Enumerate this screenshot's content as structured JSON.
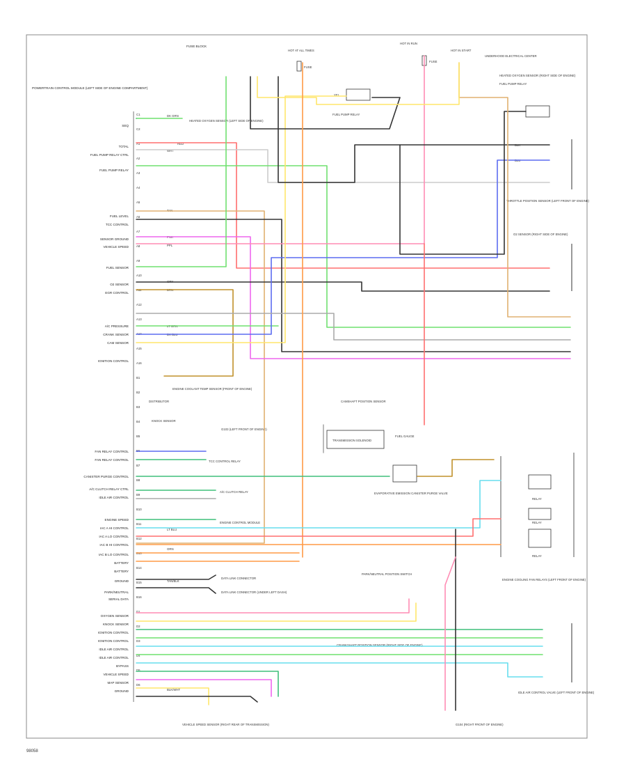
{
  "page_code": "98058",
  "colors": {
    "border": "#555555",
    "black": "#333333",
    "red": "#ff6e6e",
    "pink": "#ff8cb4",
    "lt_green": "#6fe06f",
    "dk_green": "#3fbf7a",
    "yellow": "#ffe66a",
    "tan": "#e0b070",
    "brown": "#c0902a",
    "orange": "#ff9a45",
    "gray": "#aaaaaa",
    "blue": "#5c6cf0",
    "lt_blue": "#66ddee",
    "purple": "#ee66ee",
    "white": "#cccccc"
  },
  "module_labels": [
    "SEQ",
    "TOTAL",
    "FUEL PUMP RELAY CTRL",
    "FUEL PUMP RELAY",
    "FUEL LEVEL",
    "TCC CONTROL",
    "SENSOR GROUND",
    "VEHICLE SPEED",
    "FUEL SENSOR",
    "O2 SENSOR",
    "EGR CONTROL",
    "A/C PRESSURE",
    "CRANK SENSOR",
    "CAM SENSOR",
    "IGNITION CONTROL",
    "FAN RELAY CONTROL",
    "FAN RELAY CONTROL",
    "CANISTER PURGE CONTROL",
    "A/C CLUTCH RELAY CTRL",
    "IDLE AIR CONTROL",
    "ENGINE SPEED",
    "IAC A HI CONTROL",
    "IAC A LO CONTROL",
    "IAC B HI CONTROL",
    "IAC B LO CONTROL",
    "BATTERY",
    "BATTERY",
    "GROUND",
    "PARK/NEUTRAL",
    "SERIAL DATA",
    "OXYGEN SENSOR",
    "KNOCK SENSOR",
    "IGNITION CONTROL",
    "IGNITION CONTROL",
    "IDLE AIR CONTROL",
    "IDLE AIR CONTROL",
    "BYPASS",
    "VEHICLE SPEED",
    "MAP SENSOR",
    "GROUND"
  ],
  "labels": {
    "pcm": "POWERTRAIN CONTROL MODULE (LEFT SIDE OF ENGINE COMPARTMENT)",
    "fuse_block": "FUSE BLOCK",
    "hot_run": "HOT IN RUN",
    "hot_start": "HOT IN START",
    "hot_all": "HOT AT ALL TIMES",
    "underhood": "UNDERHOOD ELECTRICAL CENTER",
    "fuel_pump_relay": "FUEL PUMP RELAY",
    "fuel_pump_relay_2": "FUEL PUMP RELAY",
    "heated_o2_left": "HEATED OXYGEN SENSOR (LEFT SIDE OF ENGINE)",
    "heated_o2_right": "HEATED OXYGEN SENSOR (RIGHT SIDE OF ENGINE)",
    "throttle_pos": "THROTTLE POSITION SENSOR (LEFT FRONT OF ENGINE)",
    "o2_sensor": "O2 SENSOR (RIGHT SIDE OF ENGINE)",
    "knock_sensor": "KNOCK SENSOR",
    "trans_solenoid": "TRANSMISSION SOLENOID",
    "tcc_relay": "TCC CONTROL RELAY",
    "canister_purge": "EVAPORATIVE EMISSION CANISTER PURGE VALVE",
    "ac_clutch_relay": "A/C CLUTCH RELAY",
    "engine_control": "ENGINE CONTROL MODULE",
    "dlc": "DATA LINK CONNECTOR (UNDER LEFT DASH)",
    "data_link": "DATA LINK CONNECTOR",
    "vss": "VEHICLE SPEED SENSOR (RIGHT REAR OF TRANSMISSION)",
    "ground_left": "G103 (LEFT FRONT OF ENGINE)",
    "ground_right": "G104 (RIGHT FRONT OF ENGINE)",
    "coolant_temp": "ENGINE COOLANT TEMP SENSOR (FRONT OF ENGINE)",
    "relays": "ENGINE COOLING FAN RELAYS (LEFT FRONT OF ENGINE)",
    "iac_valve": "IDLE AIR CONTROL VALVE (LEFT FRONT OF ENGINE)",
    "camshaft": "CAMSHAFT POSITION SENSOR",
    "fuel_gauge": "FUEL GAUGE",
    "crank_sensor": "CRANKSHAFT POSITION SENSOR (RIGHT SIDE OF ENGINE)",
    "relay_a": "RELAY",
    "relay_b": "RELAY",
    "relay_c": "RELAY",
    "fuse": "FUSE",
    "fuse_2": "FUSE",
    "park_neutral": "PARK/NEUTRAL POSITION SWITCH",
    "dist": "DISTRIBUTOR"
  },
  "wire_colors": {
    "red": "RED",
    "pink": "PNK",
    "lt_green": "LT GRN",
    "dk_green": "DK GRN",
    "yellow": "YEL",
    "tan": "TAN",
    "brown": "BRN",
    "orange": "ORN",
    "gray": "GRY",
    "blue": "BLU",
    "dk_blue": "DK BLU",
    "lt_blue": "LT BLU",
    "purple": "PPL",
    "white": "WHT",
    "black": "BLK",
    "black_white": "BLK/WHT",
    "tan_black": "TAN/BLK"
  },
  "pin_ids": [
    "C1",
    "C2",
    "A1",
    "A2",
    "A3",
    "A4",
    "A5",
    "A6",
    "A7",
    "A8",
    "A9",
    "A10",
    "A11",
    "A12",
    "A13",
    "A14",
    "A15",
    "A16",
    "B1",
    "B2",
    "B3",
    "B4",
    "B5",
    "B6",
    "B7",
    "B8",
    "B9",
    "B10",
    "B11",
    "B12",
    "B13",
    "B14",
    "B15",
    "B16",
    "D1",
    "D2",
    "D3",
    "D4",
    "D5",
    "D6"
  ]
}
